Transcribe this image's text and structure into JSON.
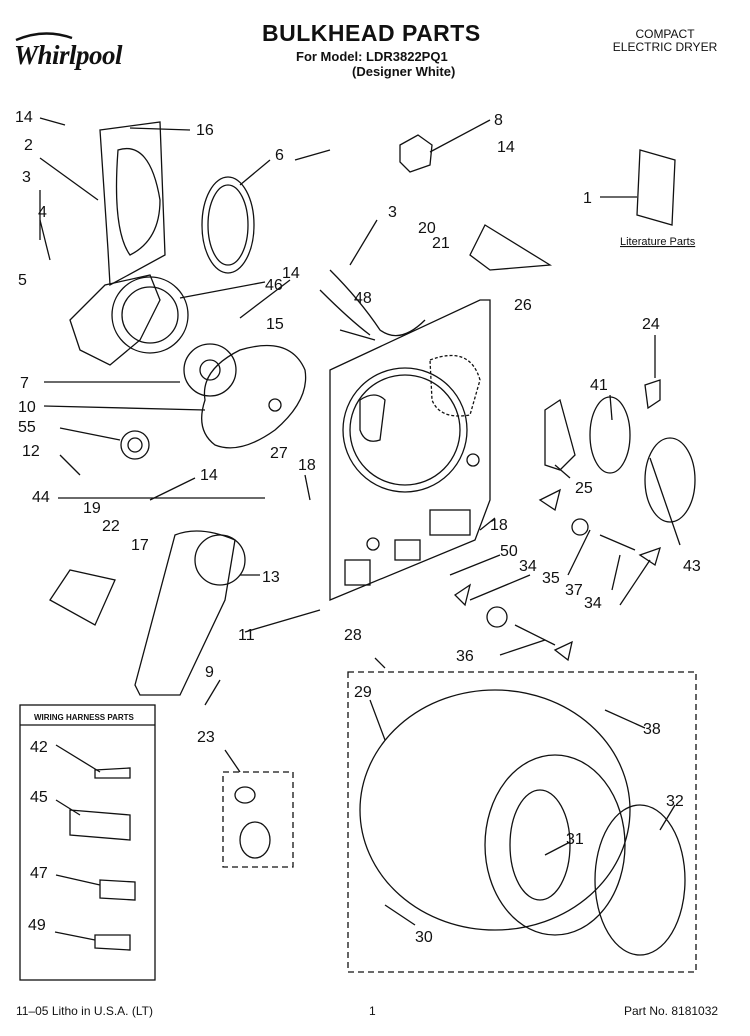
{
  "header": {
    "brand": "Whirlpool",
    "title": "BULKHEAD PARTS",
    "model_line": "For Model: LDR3822PQ1",
    "color_line": "(Designer White)",
    "product_line1": "COMPACT",
    "product_line2": "ELECTRIC DRYER"
  },
  "literature_label": "Literature Parts",
  "wiring_box_title": "WIRING HARNESS PARTS",
  "callouts": [
    "14",
    "16",
    "2",
    "6",
    "8",
    "14",
    "3",
    "1",
    "4",
    "3",
    "20",
    "21",
    "5",
    "46",
    "48",
    "26",
    "15",
    "14",
    "24",
    "7",
    "41",
    "10",
    "55",
    "27",
    "18",
    "12",
    "14",
    "25",
    "44",
    "43",
    "19",
    "22",
    "17",
    "18",
    "13",
    "50",
    "34",
    "35",
    "37",
    "34",
    "11",
    "28",
    "36",
    "9",
    "29",
    "38",
    "23",
    "42",
    "45",
    "31",
    "32",
    "47",
    "30",
    "49"
  ],
  "footer": {
    "left": "11–05 Litho in U.S.A. (LT)",
    "center": "1",
    "right": "Part No. 8181032"
  }
}
